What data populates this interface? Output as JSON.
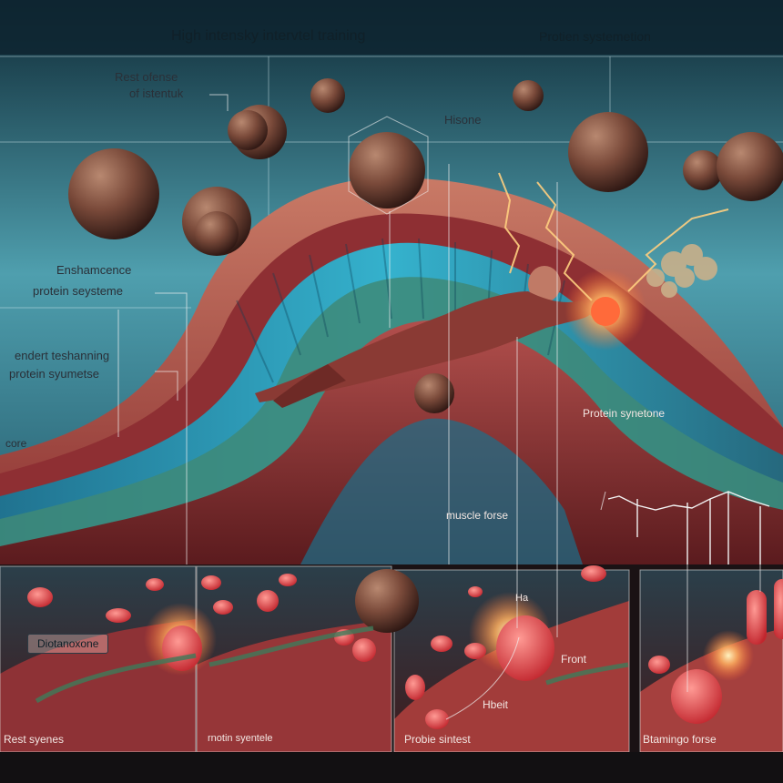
{
  "labels": {
    "top_title": "High intensky intervtel training",
    "top_right": "Protien systemetion",
    "rest_line1": "Rest ofense",
    "rest_line2": "of istentuk",
    "hisone": "Hisone",
    "enhance_line1": "Enshamcence",
    "enhance_line2": "protein seysteme",
    "endert_line1": "endert teshanning",
    "endert_line2": "protein syumetse",
    "core": "core",
    "protein_right": "Protein synetone",
    "muscle_force": "muscle forse",
    "panel1_box": "Diotanoxone",
    "panel1_bottom": "Rest syenes",
    "panel2_bottom": "rnotin syentele",
    "panel3_mark": "Ha",
    "panel3_front": "Front",
    "panel3_hbeit": "Hbeit",
    "panel3_bottom": "Probie sintest",
    "panel4_bottom": "Btamingo forse"
  },
  "colors": {
    "sky_top": "#123442",
    "sky_mid": "#2a6a7c",
    "muscle": "#a8413f",
    "muscle_dark": "#5e1a1e",
    "fiber_blue": "#1fa3c4",
    "sphere": "#7a4a3a",
    "glow": "#ffb060"
  }
}
